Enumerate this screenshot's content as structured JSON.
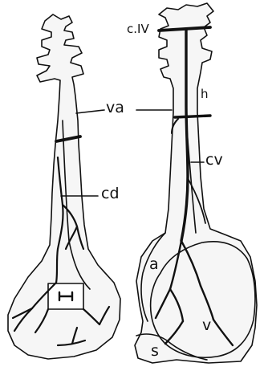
{
  "figure": {
    "colors": {
      "ink": "#111111",
      "fill": "#f6f6f6",
      "background": "#ffffff"
    },
    "left_panel": {
      "labels": {
        "va": "va",
        "cd": "cd"
      }
    },
    "right_panel": {
      "labels": {
        "civ": "c.IV",
        "h": "h",
        "cv": "cv",
        "a": "a",
        "v": "v",
        "s": "s"
      }
    }
  }
}
